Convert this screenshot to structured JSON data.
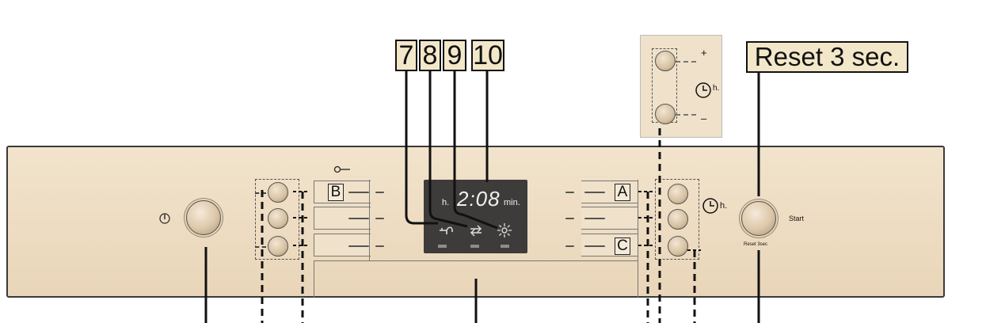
{
  "callouts": {
    "n7": "7",
    "n8": "8",
    "n9": "9",
    "n10": "10",
    "reset": "Reset 3 sec."
  },
  "display": {
    "hours_unit": "h.",
    "time": "2:08",
    "minutes_unit": "min."
  },
  "panel": {
    "label_b": "B",
    "label_a": "A",
    "label_c": "C",
    "timer_unit": "h.",
    "start_label": "Start",
    "reset_small_label": "Reset 3sec"
  },
  "inset": {
    "plus": "+",
    "minus": "–",
    "timer_unit": "h."
  },
  "icons": [
    "power-icon",
    "key-icon",
    "tap-icon",
    "rinse-icon",
    "sun-icon",
    "clock-icon"
  ],
  "colors": {
    "panel": "#efe1ca",
    "display": "#3e3c3b",
    "callout_box": "#f3e7c9"
  }
}
